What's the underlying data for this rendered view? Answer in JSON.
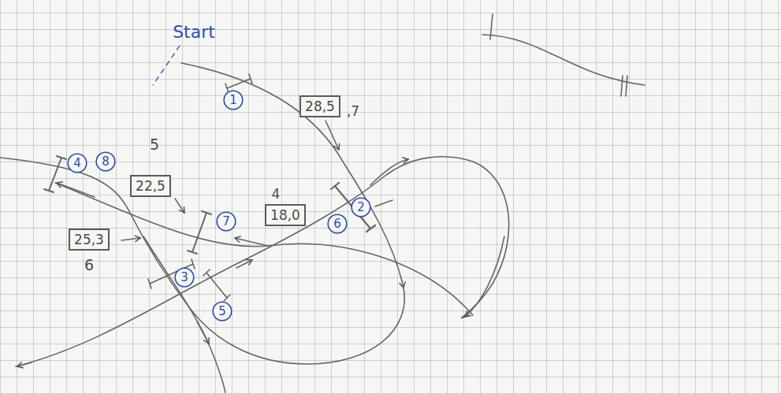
{
  "diagram": {
    "nodes": [
      {
        "text": [
          "1"
        ]
      },
      {
        "text": [
          "28,5"
        ]
      },
      {
        "text": [
          "4"
        ]
      },
      {
        "text": [
          "8"
        ]
      },
      {
        "text": [
          "22,5"
        ]
      },
      {
        "text": [
          "7"
        ]
      },
      {
        "text": [
          "18,0"
        ]
      },
      {
        "text": [
          "6"
        ]
      },
      {
        "text": [
          "2"
        ]
      },
      {
        "text": [
          "25,3"
        ]
      },
      {
        "text": [
          "3"
        ]
      },
      {
        "text": [
          "5"
        ]
      }
    ],
    "labels": [
      "Start",
      ",7",
      "5",
      "4",
      "6"
    ]
  }
}
